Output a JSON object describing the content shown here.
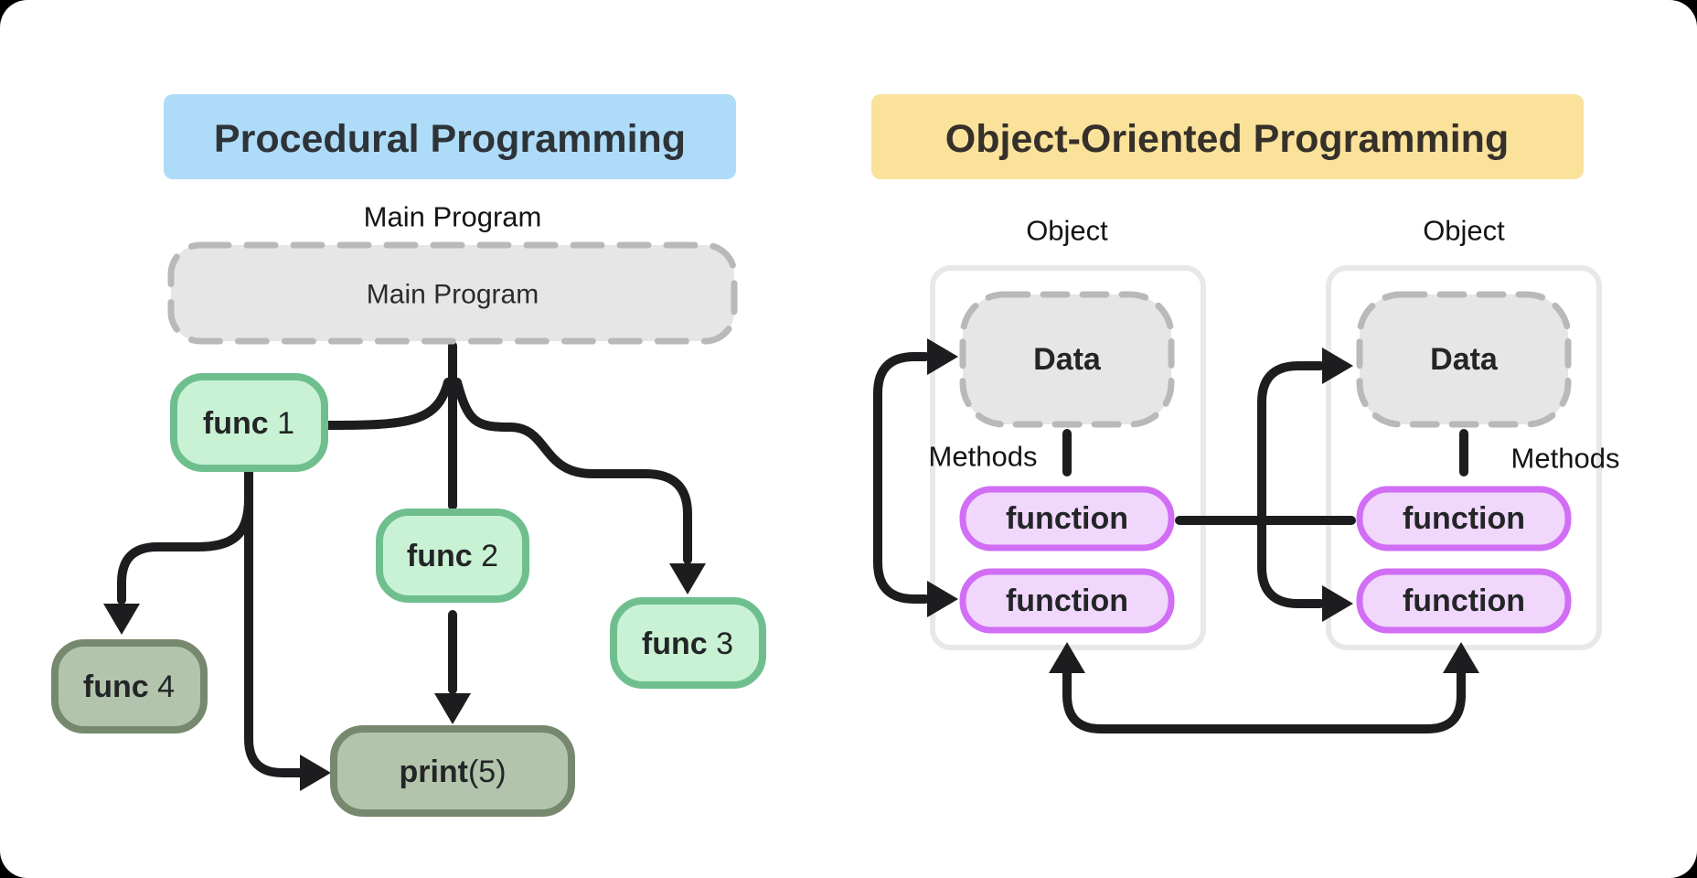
{
  "left": {
    "title": "Procedural Programming",
    "label_above": "Main Program",
    "main_box": "Main Program",
    "func1": {
      "bold": "func",
      "rest": " 1"
    },
    "func2": {
      "bold": "func",
      "rest": " 2"
    },
    "func3": {
      "bold": "func",
      "rest": " 3"
    },
    "func4": {
      "bold": "func",
      "rest": " 4"
    },
    "print": {
      "bold": "print",
      "rest": "(5)"
    }
  },
  "right": {
    "title": "Object-Oriented Programming",
    "object1": {
      "label": "Object",
      "data": "Data",
      "methods": "Methods",
      "fn1": "function",
      "fn2": "function"
    },
    "object2": {
      "label": "Object",
      "data": "Data",
      "methods": "Methods",
      "fn1": "function",
      "fn2": "function"
    }
  },
  "colors": {
    "left_title_bg": "#AEDCF8",
    "left_title_text": "#2E3338",
    "right_title_bg": "#FAE29B",
    "right_title_text": "#36302A",
    "green_fill": "#C9F2D4",
    "green_stroke": "#6FBF8E",
    "sage_fill": "#B2C4AB",
    "sage_stroke": "#76886E",
    "purple_fill": "#F0D7FB",
    "purple_stroke": "#D16EF5",
    "gray_fill": "#E6E6E6",
    "gray_stroke": "#B9B9B9",
    "container_stroke": "#E8E8E8",
    "arrow": "#1D1D1F"
  }
}
